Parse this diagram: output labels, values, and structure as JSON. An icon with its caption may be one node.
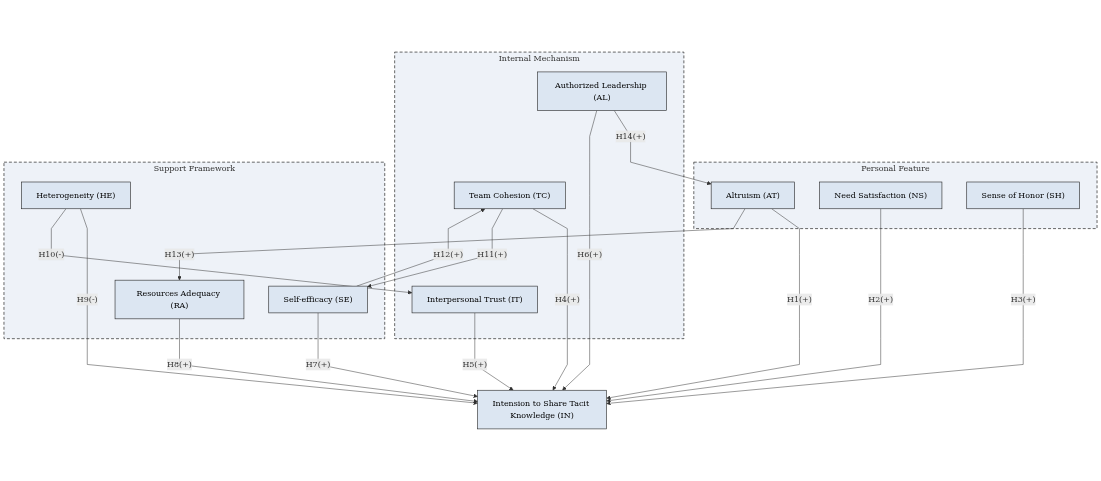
{
  "diagram": {
    "nodes": [
      {
        "text": [
          "Personal Feature"
        ]
      },
      {
        "text": [
          "Need Satisfaction (NS)"
        ],
        "in": 0
      },
      {
        "text": [
          "Altruism (AT)"
        ],
        "in": 0
      },
      {
        "text": [
          "Sense of Honor (SH)"
        ],
        "in": 0
      },
      {
        "text": [
          "Internal Mechanism"
        ]
      },
      {
        "text": [
          "Authorized Leadership (AL)"
        ],
        "in": 4
      },
      {
        "text": [
          "Interpersonal Trust (IT)"
        ],
        "in": 4
      },
      {
        "text": [
          "Team Cohesion (TC)"
        ],
        "in": 4
      },
      {
        "text": [
          "Intension to Share Tacit Knowledge (IN)"
        ]
      },
      {
        "text": [
          "Support Framework"
        ]
      },
      {
        "text": [
          "Heterogeneity (HE)"
        ],
        "in": 9
      },
      {
        "text": [
          "Self-efficacy (SE)"
        ],
        "in": 9
      },
      {
        "text": [
          "Resources Adequacy (RA)"
        ],
        "in": 9
      }
    ],
    "edges": [
      {
        "from": 2,
        "to": 8,
        "arrow": "to",
        "label": "H1(+)"
      },
      {
        "from": 1,
        "to": 8,
        "arrow": "to",
        "label": "H2(+)"
      },
      {
        "from": 3,
        "to": 8,
        "arrow": "to",
        "label": "H3(+)"
      },
      {
        "from": 5,
        "to": 2,
        "arrow": "to",
        "label": "H14(+)"
      },
      {
        "from": 2,
        "to": 12,
        "arrow": "to",
        "label": "H13(+)"
      },
      {
        "from": 5,
        "to": 8,
        "arrow": "to",
        "label": "H6(+)"
      },
      {
        "from": 6,
        "to": 8,
        "arrow": "to",
        "label": "H5(+)"
      },
      {
        "from": 7,
        "to": 8,
        "arrow": "to",
        "label": "H4(+)"
      },
      {
        "from": 10,
        "to": 8,
        "arrow": "to",
        "label": "H9(-)"
      },
      {
        "from": 10,
        "to": 6,
        "arrow": "to",
        "label": "H10(-)"
      },
      {
        "from": 11,
        "to": 8,
        "arrow": "to",
        "label": "H7(+)"
      },
      {
        "from": 7,
        "to": 11,
        "arrow": "to",
        "label": "H11(+)"
      },
      {
        "from": 11,
        "to": 7,
        "arrow": "to",
        "label": "H12(+)"
      },
      {
        "from": 12,
        "to": 8,
        "arrow": "to",
        "label": "H8(+)"
      }
    ]
  }
}
